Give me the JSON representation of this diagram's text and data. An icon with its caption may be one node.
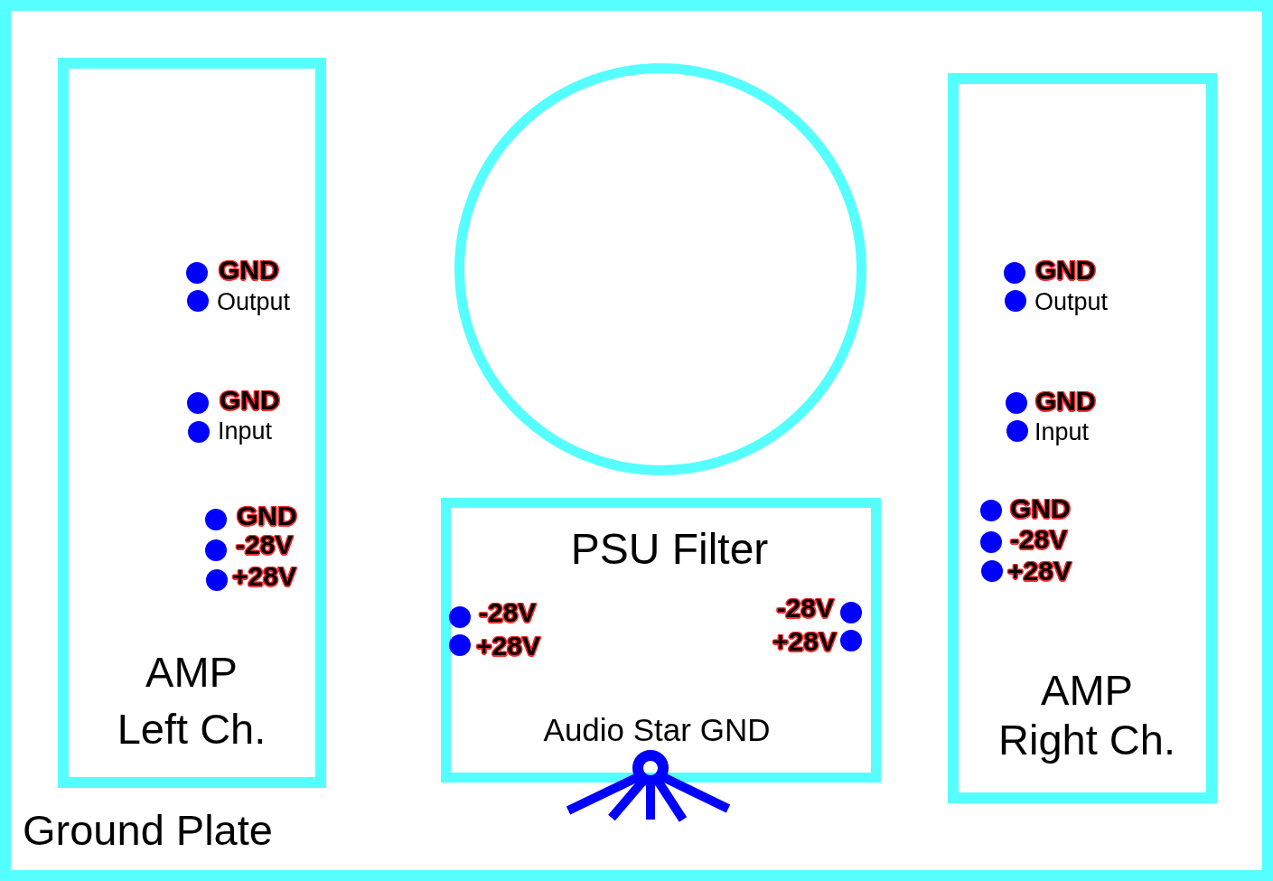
{
  "diagram": {
    "nodes": [
      {
        "text": [
          "Ground Plate"
        ]
      },
      {
        "text": [
          "AMP Left Ch."
        ],
        "in": 0
      },
      {
        "text": [],
        "shape": "circle",
        "in": 0
      },
      {
        "text": [
          "PSU Filter",
          "Audio Star GND"
        ],
        "in": 0
      },
      {
        "text": [
          "AMP Right Ch."
        ],
        "in": 0
      }
    ],
    "labels": [
      "GND",
      "Output",
      "GND",
      "Input",
      "GND",
      "-28V",
      "+28V",
      "-28V",
      "+28V",
      "-28V",
      "+28V",
      "GND",
      "Output",
      "GND",
      "Input",
      "GND",
      "-28V",
      "+28V"
    ]
  }
}
